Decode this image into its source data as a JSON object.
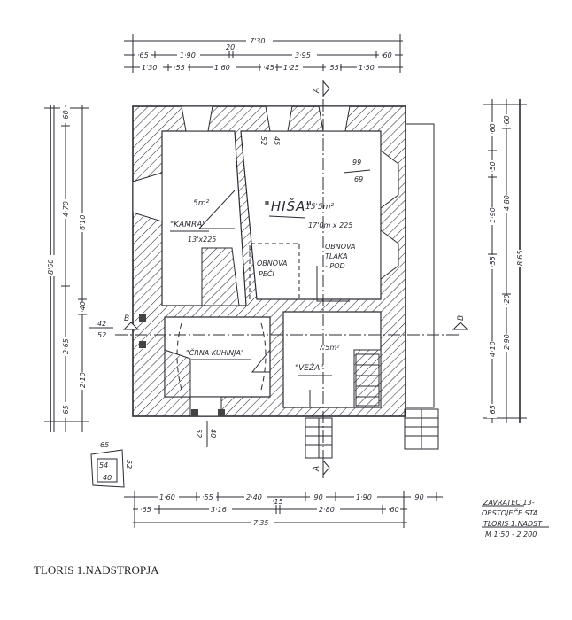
{
  "caption": "TLORIS 1.NADSTROPJA",
  "stamp": [
    "ZAVRATEC 13-",
    "OBSTOJEČE STA",
    "TLORIS 1.NADST",
    "M 1:50 - 2.200"
  ],
  "rooms": {
    "kamra": {
      "name": "\"KAMRA\"",
      "area": "5m²",
      "size": "13'x225"
    },
    "hisa": {
      "name": "\"HIŠA\"",
      "area": "15'5m²",
      "size": "17'0m x 225"
    },
    "kuhinja": {
      "name": "\"ČRNA KUHINJA\""
    },
    "veza": {
      "name": "\"VEŽA\"",
      "area": "7'5m²"
    },
    "obnova_peci": [
      "OBNOVA",
      "PEČI"
    ],
    "obnova_tlaka": [
      "OBNOVA",
      "TLAKA",
      "- POD"
    ]
  },
  "notes": {
    "n1": "99",
    "n2": "69",
    "n3": "52",
    "n4": "45",
    "win_top": "42",
    "win_bot": "52",
    "det_w": "65",
    "det_h": "52",
    "det_in1": "54",
    "det_in2": "40",
    "b_note1": "52",
    "b_note2": "40"
  },
  "sections": {
    "a": "A",
    "b": "B"
  },
  "dims": {
    "top1": [
      "7'30"
    ],
    "top2": [
      "·65",
      "1·90",
      "20",
      "3·95",
      "·60"
    ],
    "top3": [
      "1'30",
      "·55",
      "1·60",
      "·45",
      "1·25",
      "·55",
      "1·50"
    ],
    "bot1": [
      "1·60",
      "·55",
      "2·40",
      "·90",
      "1·90",
      "·90"
    ],
    "bot2": [
      "·65",
      "3·16",
      "·15",
      "2·80",
      "·60"
    ],
    "bot3": [
      "7'35"
    ],
    "left1": [
      "8'60"
    ],
    "left2": [
      "·60",
      "4·70",
      "2·65",
      "·65"
    ],
    "left3": [
      "6'10",
      "·40",
      "2·10"
    ],
    "right1": [
      "·60",
      "·50",
      "1·90",
      "·55",
      "4·10",
      "·65"
    ],
    "right2": [
      "·60",
      "4·80",
      "·20",
      "2·90"
    ],
    "right3": [
      "8'65"
    ]
  }
}
